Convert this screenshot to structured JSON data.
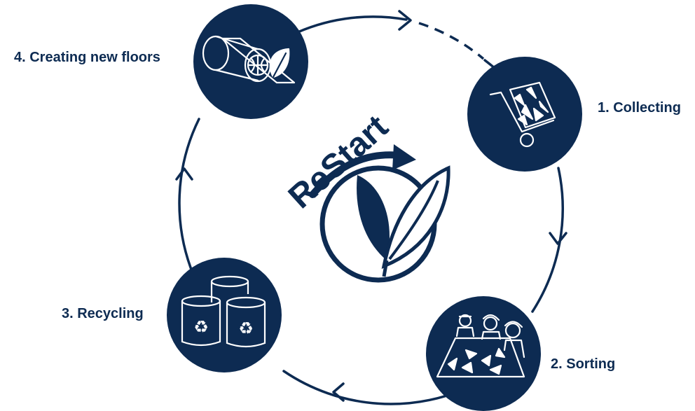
{
  "colors": {
    "primary": "#0d2b52",
    "background": "#ffffff",
    "icon_line": "#ffffff"
  },
  "logo": {
    "text": "ReStart",
    "icon": "leaf-sprout-icon"
  },
  "steps": [
    {
      "label": "1. Collecting",
      "icon": "shopping-cart-icon"
    },
    {
      "label": "2. Sorting",
      "icon": "workers-sorting-icon"
    },
    {
      "label": "3. Recycling",
      "icon": "recycle-bins-icon"
    },
    {
      "label": "4. Creating new floors",
      "icon": "floor-roll-globe-leaf-icon"
    }
  ]
}
